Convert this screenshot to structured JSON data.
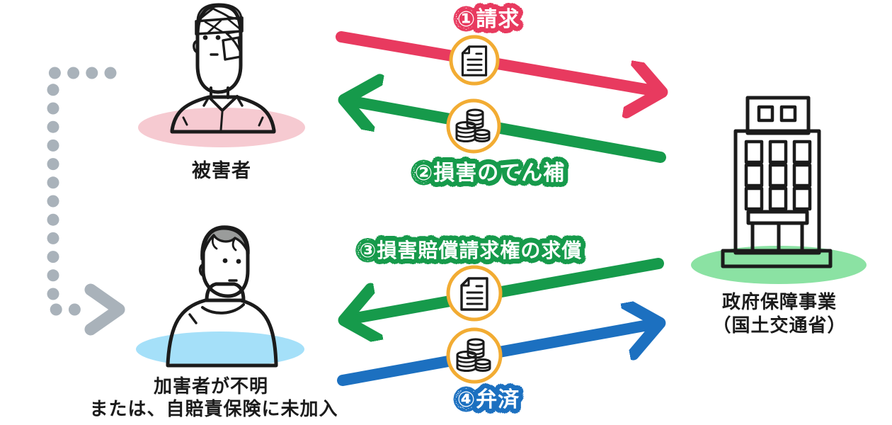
{
  "diagram": {
    "steps": [
      {
        "label": "①請求",
        "color": "#E83A5F",
        "icon": "document-icon"
      },
      {
        "label": "②損害のてん補",
        "color": "#169A4B",
        "icon": "coins-icon"
      },
      {
        "label": "③損害賠償請求権の求償",
        "color": "#169A4B",
        "icon": "document-icon"
      },
      {
        "label": "④弁済",
        "color": "#1C70C0",
        "icon": "coins-icon"
      }
    ],
    "actors": {
      "victim_label": "被害者",
      "perpetrator_label_line1": "加害者が不明",
      "perpetrator_label_line2": "または、自賠責保険に未加入",
      "government_label_line1": "政府保障事業",
      "government_label_line2": "（国土交通省）"
    },
    "colors": {
      "claim_red": "#E83A5F",
      "compensation_green": "#169A4B",
      "repayment_blue": "#1C70C0",
      "icon_ring_yellow": "#F2AC33",
      "coin_yellow": "#F5D94F",
      "outline_black": "#1B1B1B",
      "victim_ellipse_pink": "#F6CAD1",
      "perpetrator_ellipse_blue": "#A5E0F9",
      "government_ellipse_green": "#8BE2A3",
      "building_tan": "#C59A55",
      "dotted_gray": "#A9B2BA",
      "hair_brown": "#7A5A49",
      "hair_gray": "#9A9C9B",
      "sweater_teal": "#3F6A62"
    }
  }
}
